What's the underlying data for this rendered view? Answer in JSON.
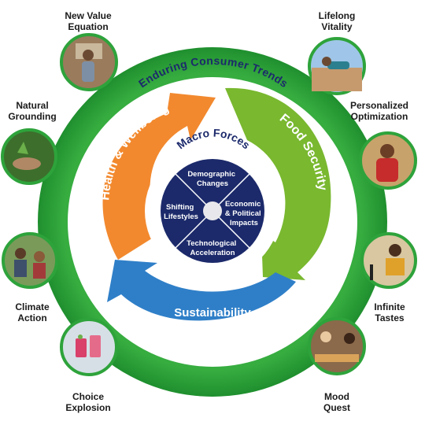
{
  "rings": {
    "outer_title": "Market Growth Drivers",
    "middle_title": "Enduring Consumer Trends",
    "core_title": "Macro Forces"
  },
  "trends": {
    "health": "Health & Wellbeing",
    "food": "Food Security",
    "sustainability": "Sustainability"
  },
  "forces": {
    "demographic": [
      "Demographic",
      "Changes"
    ],
    "economic": [
      "Economic",
      "& Political",
      "Impacts"
    ],
    "technological": [
      "Technological",
      "Acceleration"
    ],
    "lifestyles": [
      "Shifting",
      "Lifestyles"
    ]
  },
  "drivers": [
    {
      "label": "New Value\nEquation",
      "photo": "man-shopping-phone"
    },
    {
      "label": "Lifelong\nVitality",
      "photo": "woman-exercising"
    },
    {
      "label": "Natural\nGrounding",
      "photo": "hands-planting"
    },
    {
      "label": "Personalized\nOptimization",
      "photo": "woman-red-shirt"
    },
    {
      "label": "Climate\nAction",
      "photo": "people-gardening"
    },
    {
      "label": "Infinite\nTastes",
      "photo": "woman-cooking-video"
    },
    {
      "label": "Choice\nExplosion",
      "photo": "pink-drinks"
    },
    {
      "label": "Mood\nQuest",
      "photo": "people-eating-snacks"
    }
  ],
  "colors": {
    "green_ring": "#2ea33b",
    "navy": "#1c2a6b",
    "orange": "#f2892e",
    "lime": "#79b82f",
    "blue": "#2f7fc8",
    "photo_border": "#2ea33b"
  }
}
